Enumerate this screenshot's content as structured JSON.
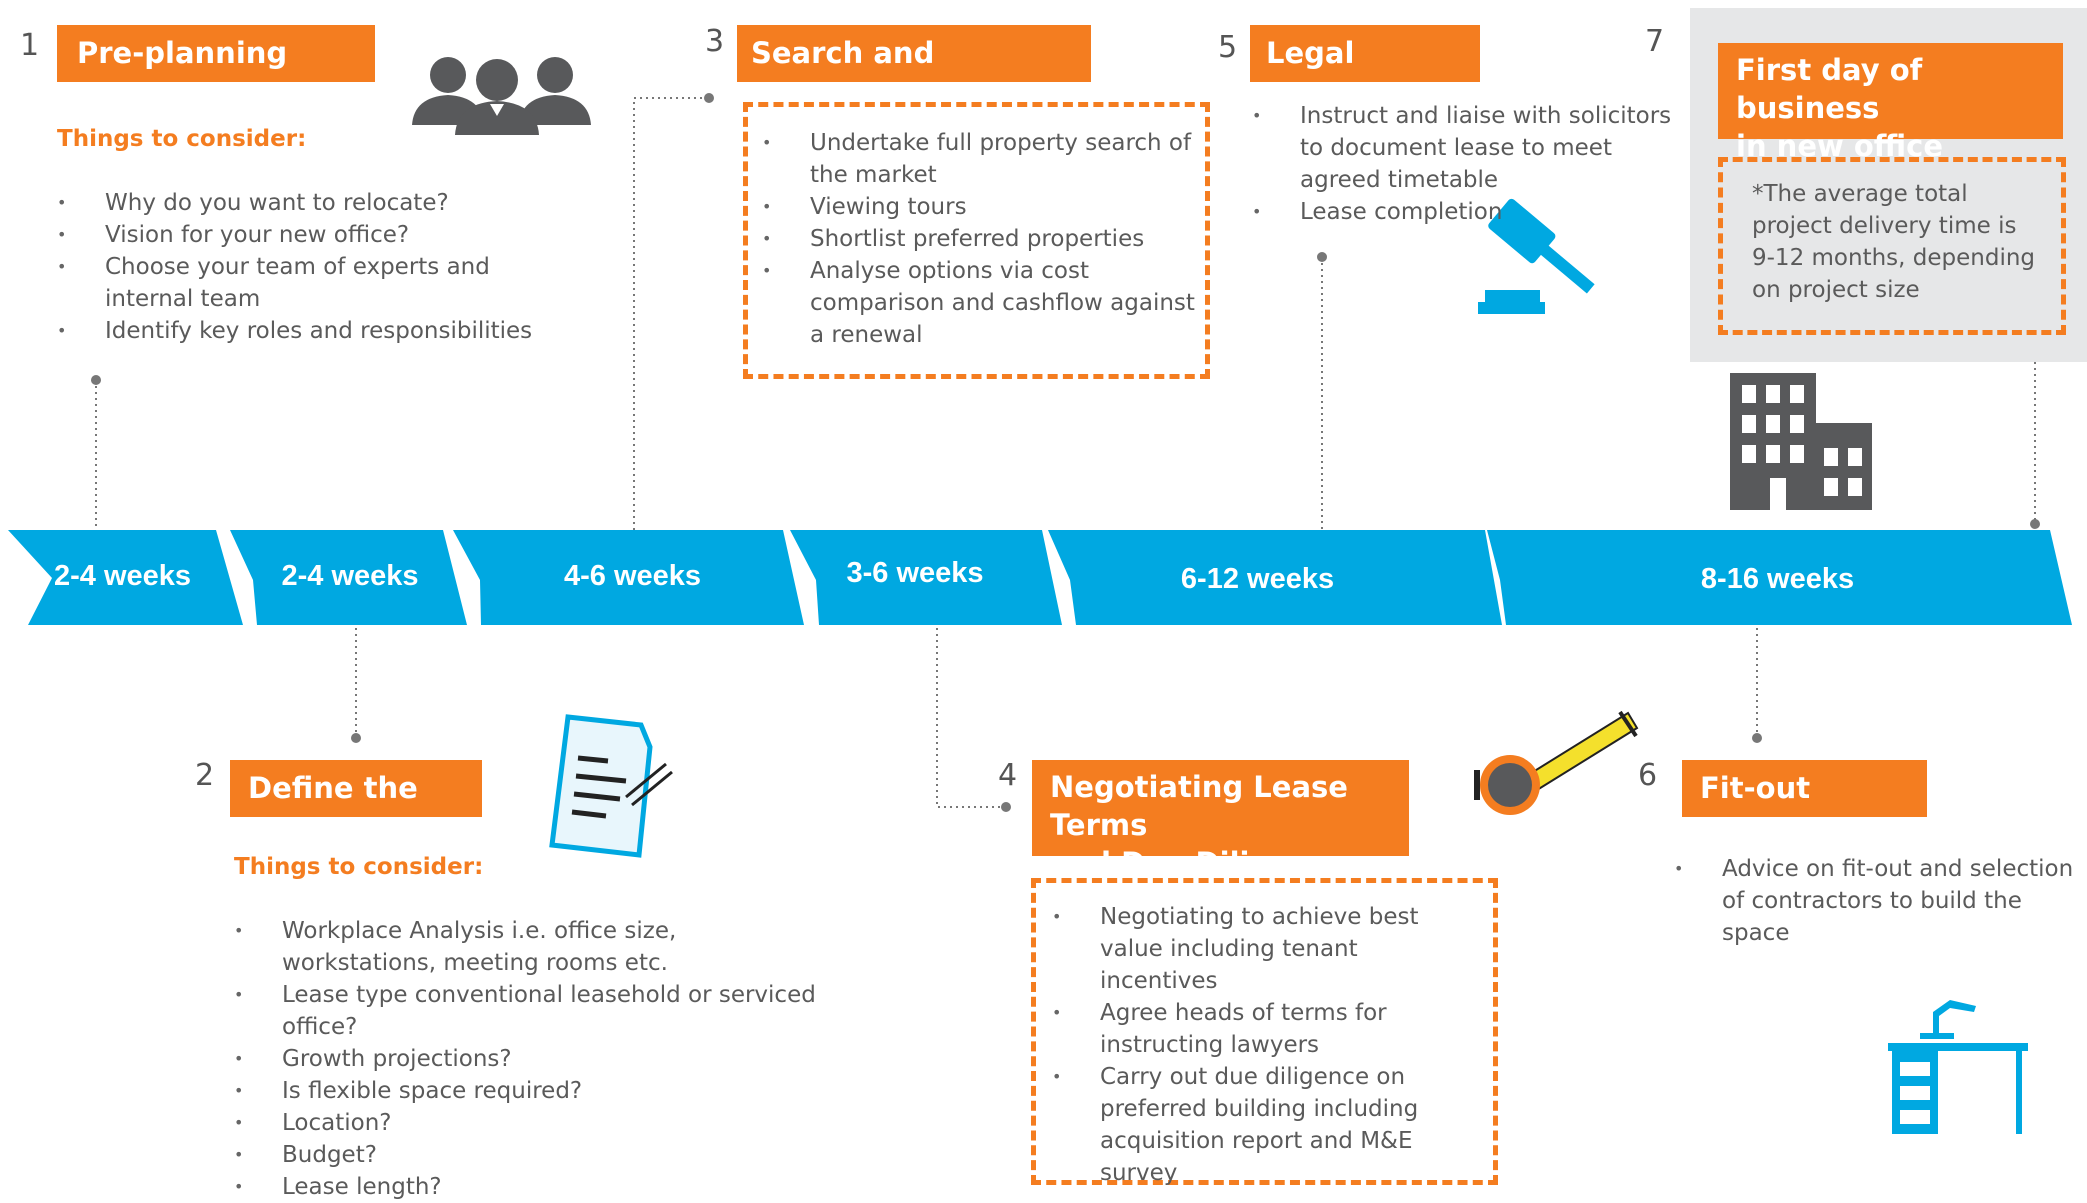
{
  "colors": {
    "accent": "#f47d20",
    "timeline": "#00a8e1",
    "icon_gray": "#58595b",
    "panel": "#e6e7e8"
  },
  "stages": [
    {
      "number": "1",
      "title": "Pre-planning stage",
      "consider_label": "Things to consider:",
      "items": [
        "Why do you want to relocate?",
        "Vision for your new office?",
        "Choose your team of experts and internal team",
        "Identify key roles and responsibilities"
      ],
      "icon": "people-icon"
    },
    {
      "number": "2",
      "title": "Define the brief",
      "consider_label": "Things to consider:",
      "items": [
        "Workplace Analysis i.e. office size, workstations, meeting rooms etc.",
        "Lease type conventional leasehold or serviced office?",
        "Growth projections?",
        "Is flexible space required?",
        "Location?",
        "Budget?",
        "Lease length?"
      ],
      "icon": "document-pen-icon"
    },
    {
      "number": "3",
      "title": "Search and Shortlisting",
      "items": [
        "Undertake full property search of the market",
        "Viewing tours",
        "Shortlist preferred properties",
        "Analyse options via cost comparison and cashflow against a renewal"
      ]
    },
    {
      "number": "4",
      "title_line1": "Negotiating Lease Terms",
      "title_line2": "and Due Diligence",
      "items": [
        "Negotiating to achieve best value including tenant incentives",
        "Agree heads of terms for instructing lawyers",
        "Carry out due diligence on preferred building including acquisition report and M&E survey"
      ],
      "icon": "tape-measure-icon"
    },
    {
      "number": "5",
      "title": "Legal process",
      "items": [
        "Instruct and liaise with solicitors to document lease to meet agreed timetable",
        "Lease completion"
      ],
      "icon": "gavel-icon"
    },
    {
      "number": "6",
      "title": "Fit-out period",
      "items": [
        "Advice on fit-out and selection of contractors to build the space"
      ],
      "icon": "desk-lamp-icon"
    },
    {
      "number": "7",
      "title_line1": "First day of business",
      "title_line2": "in new office",
      "note": "*The average total project delivery time is 9-12 months, depending on project size",
      "icon": "building-icon"
    }
  ],
  "timeline": [
    "2-4 weeks",
    "2-4 weeks",
    "4-6 weeks",
    "3-6 weeks",
    "6-12 weeks",
    "8-16 weeks"
  ]
}
